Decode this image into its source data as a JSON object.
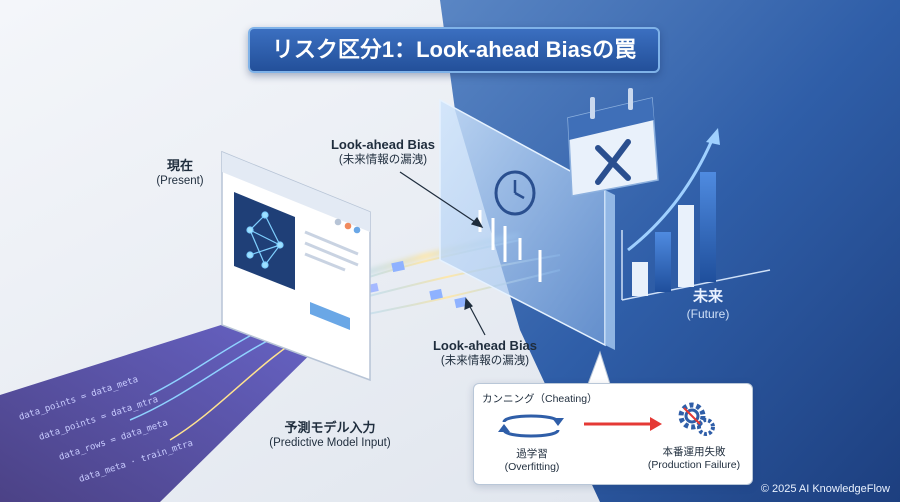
{
  "title": "リスク区分1：Look-ahead Biasの罠",
  "labels": {
    "present": {
      "main": "現在",
      "sub": "(Present)"
    },
    "bias_top": {
      "main": "Look-ahead Bias",
      "sub": "(未来情報の漏洩)"
    },
    "bias_bottom": {
      "main": "Look-ahead Bias",
      "sub": "(未来情報の漏洩)"
    },
    "input": {
      "main": "予測モデル入力",
      "sub": "(Predictive Model Input)"
    },
    "future": {
      "main": "未来",
      "sub": "(Future)"
    }
  },
  "panel": {
    "cheating": "カンニング（Cheating）",
    "overfit_main": "過学習",
    "overfit_sub": "(Overfitting)",
    "failure_main": "本番運用失敗",
    "failure_sub": "(Production Failure)"
  },
  "stream_text": [
    "data_points = data_meta",
    "data_points = data_mtra",
    "data_rows = data_meta",
    "data_meta · train_mtra"
  ],
  "copyright": "© 2025 AI KnowledgeFlow",
  "colors": {
    "future_bg": "#27519a",
    "accent": "#3b6fc0",
    "failure": "#e53935"
  },
  "icons": [
    "neural-network-icon",
    "clock-icon",
    "calendar-x-icon",
    "bar-chart-up-icon",
    "cycle-arrows-icon",
    "gears-icon"
  ]
}
